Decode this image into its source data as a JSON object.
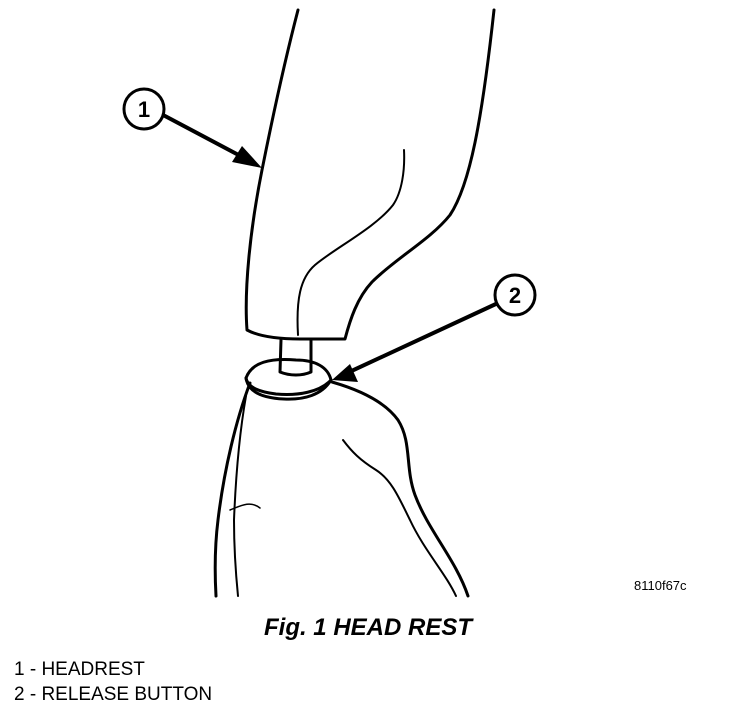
{
  "figure": {
    "caption": "Fig. 1 HEAD REST",
    "image_code": "8110f67c"
  },
  "callouts": [
    {
      "number": "1",
      "label": "HEADREST"
    },
    {
      "number": "2",
      "label": "RELEASE BUTTON"
    }
  ],
  "legend": [
    {
      "text": "1 - HEADREST"
    },
    {
      "text": "2 - RELEASE BUTTON"
    }
  ]
}
